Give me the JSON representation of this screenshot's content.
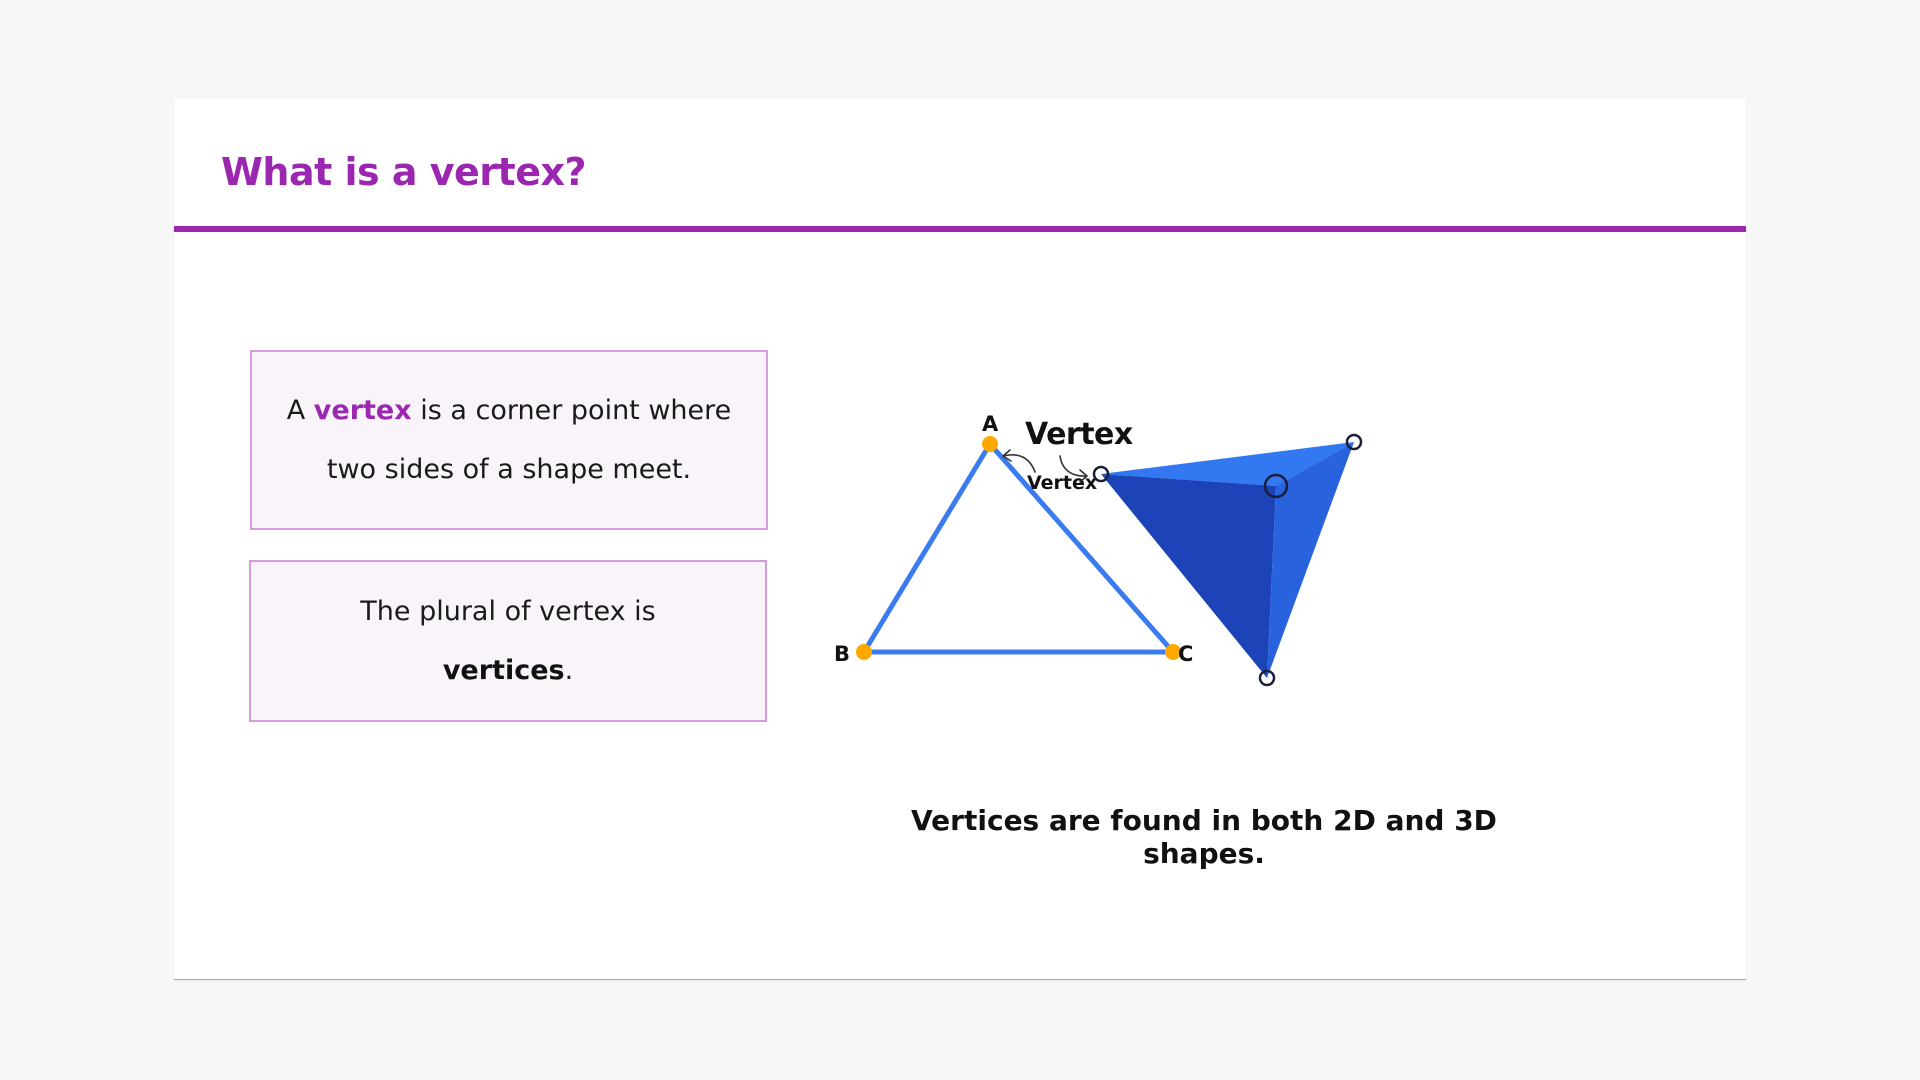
{
  "slide": {
    "title": "What is a vertex?",
    "definition": {
      "prefix": "A ",
      "keyword": "vertex",
      "suffix": " is a corner point where two sides of a shape meet."
    },
    "plural": {
      "prefix": "The plural of vertex is ",
      "keyword": "vertices",
      "suffix": "."
    },
    "triangle": {
      "labels": {
        "a": "A",
        "b": "B",
        "c": "C"
      },
      "vertex_label": "Vertex"
    },
    "pyramid": {
      "vertex_label": "Vertex"
    },
    "caption": "Vertices are found in both 2D and 3D shapes."
  },
  "colors": {
    "title": "#9b27b0",
    "keyword": "#9b27b0",
    "box_border": "#d69bdc",
    "box_fill": "#f8f4fa",
    "triangle_stroke": "#3b7bf0",
    "vertex_dot": "#ffa800",
    "pyramid_light": "#3278f0",
    "pyramid_mid": "#2862dc",
    "pyramid_dark": "#1c44b8"
  }
}
